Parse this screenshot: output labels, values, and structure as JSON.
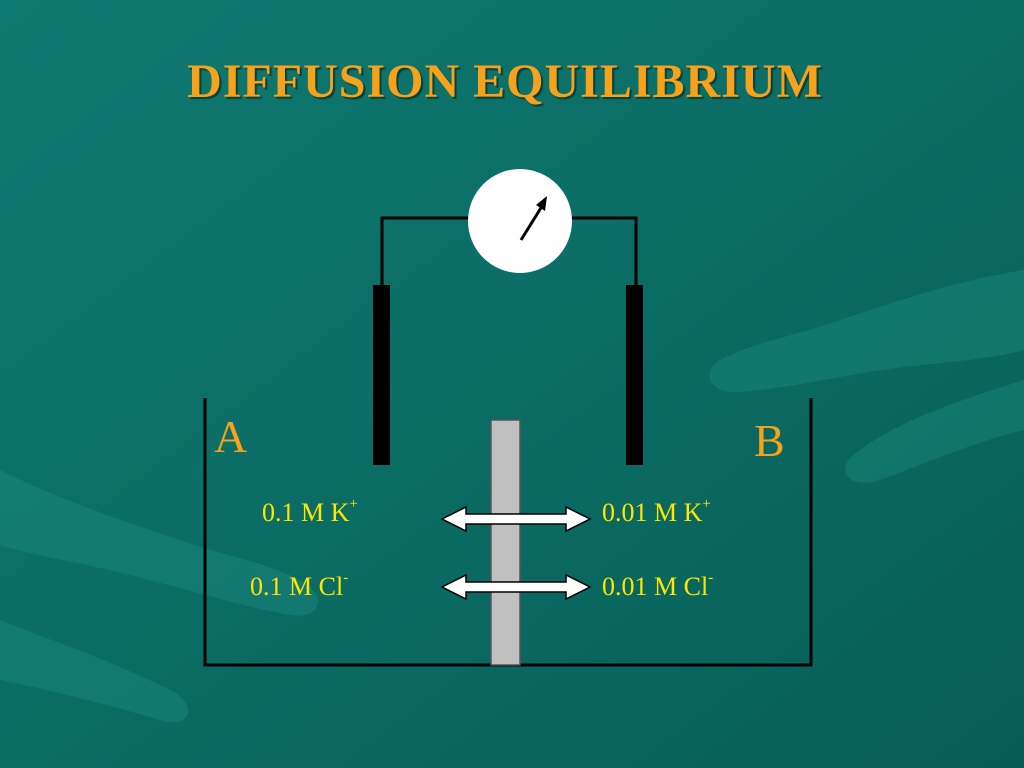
{
  "title": "DIFFUSION EQUILIBRIUM",
  "compartments": {
    "a_label": "A",
    "b_label": "B"
  },
  "solutions": {
    "left": [
      {
        "text": "0.1 M K",
        "charge": "+"
      },
      {
        "text": "0.1 M Cl",
        "charge": "-"
      }
    ],
    "right": [
      {
        "text": "0.01 M K",
        "charge": "+"
      },
      {
        "text": "0.01 M Cl",
        "charge": "-"
      }
    ]
  },
  "colors": {
    "background": "#0b6e66",
    "title": "#f7a21b",
    "label": "#f7a21b",
    "concentration": "#ffe600",
    "membrane": "#c0c0c0"
  },
  "icons": [
    "voltmeter-icon",
    "double-arrow-icon"
  ]
}
